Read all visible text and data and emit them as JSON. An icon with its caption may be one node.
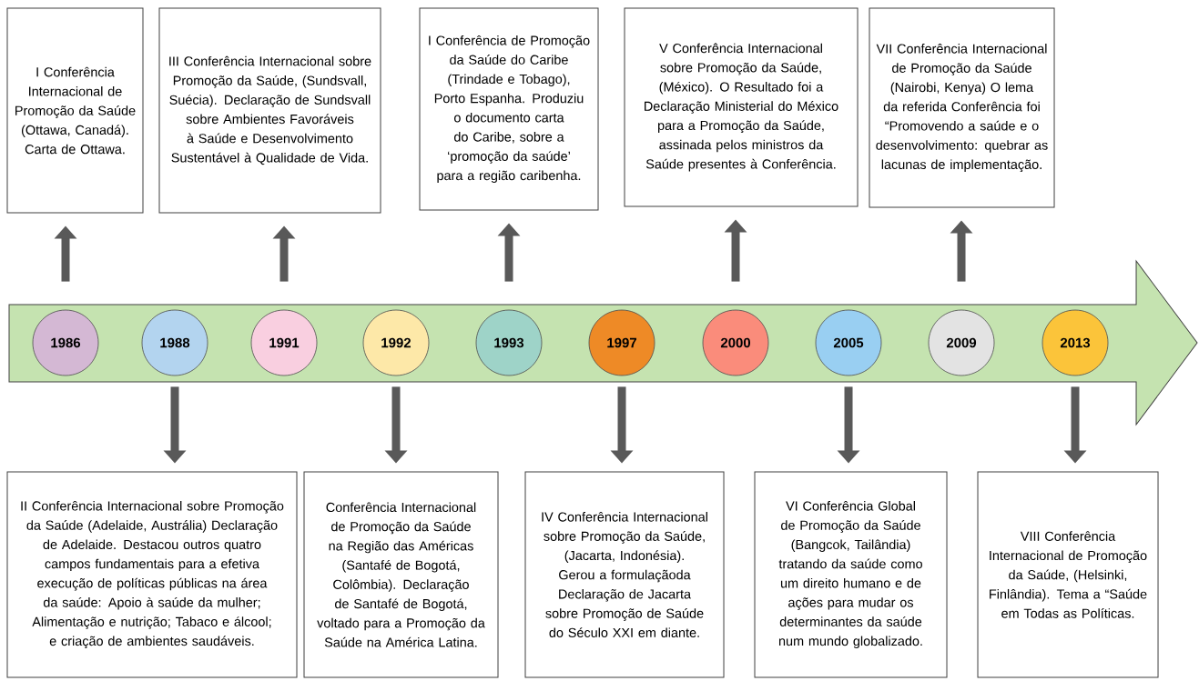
{
  "diagram": {
    "nodes": [
      {
        "text": [
          "I Conferência Internacional de Promoção da Saúde (Ottawa, Canadá). Carta de Ottawa."
        ]
      },
      {
        "text": [
          "III Conferência Internacional sobre Promoção da Saúde, (Sundsvall, Suécia). Declaração de Sundsvall sobre Ambientes Favoráveis à Saúde e Desenvolvimento Sustentável à Qualidade de Vida."
        ]
      },
      {
        "text": [
          "I Conferência de Promoção da Saúde do Caribe (Trindade e Tobago), Porto Espanha. Produziu o documento carta do Caribe, sobre a ‘promoção da saúde’ para a região caribenha."
        ]
      },
      {
        "text": [
          "V Conferência Internacional sobre Promoção da Saúde, (México). O Resultado foi a Declaração Ministerial do México para a Promoção da Saúde, assinada pelos ministros da Saúde presentes à Conferência."
        ]
      },
      {
        "text": [
          "VII Conferência Internacional de Promoção da Saúde (Nairobi, Kenya)  O lema da referida Conferência foi “Promovendo a saúde e o desenvolvimento: quebrar as lacunas de implementação."
        ]
      },
      {
        "text": [],
        "shape": "arrow"
      },
      {
        "text": [
          "1986"
        ],
        "in": 5
      },
      {
        "text": [
          "1988"
        ],
        "in": 5
      },
      {
        "text": [
          "1991"
        ],
        "in": 5
      },
      {
        "text": [
          "1992"
        ],
        "in": 5
      },
      {
        "text": [
          "1993"
        ],
        "in": 5
      },
      {
        "text": [
          "1997"
        ],
        "in": 5
      },
      {
        "text": [
          "2000"
        ],
        "in": 5
      },
      {
        "text": [
          "2005"
        ],
        "in": 5
      },
      {
        "text": [
          "2009"
        ],
        "in": 5
      },
      {
        "text": [
          "2013"
        ],
        "in": 5
      },
      {
        "text": [
          "II Conferência Internacional sobre Promoção da Saúde (Adelaide, Austrália) Declaração de Adelaide. Destacou outros quatro campos fundamentais para a efetiva execução de políticas públicas na área da saúde: Apoio à saúde da mulher; Alimentação e nutrição; Tabaco e álcool; e criação de ambientes saudáveis."
        ]
      },
      {
        "text": [
          "Conferência Internacional de Promoção da Saúde na Região das Américas (Santafé de Bogotá, Colômbia). Declaração de Santafé de Bogotá, voltado para a Promoção da Saúde na América Latina."
        ]
      },
      {
        "text": [
          "IV Conferência Internacional sobre Promoção da Saúde, (Jacarta, Indonésia). Gerou a formulaçãoda Declaração de Jacarta sobre Promoção de Saúde do Século XXI em diante."
        ]
      },
      {
        "text": [
          "VI Conferência Global de Promoção da Saúde (Bangcok, Tailândia) tratando da saúde como um direito humano e de ações para mudar os determinantes da saúde num mundo globalizado."
        ]
      },
      {
        "text": [
          "VIII Conferência Internacional de Promoção da Saúde, (Helsinki,  Finlândia). Tema a “Saúde em Todas as Políticas."
        ]
      }
    ],
    "edges": [
      {
        "from": 6,
        "to": 0,
        "arrow": "to"
      },
      {
        "from": 8,
        "to": 1,
        "arrow": "to"
      },
      {
        "from": 10,
        "to": 2,
        "arrow": "to"
      },
      {
        "from": 12,
        "to": 3,
        "arrow": "to"
      },
      {
        "from": 14,
        "to": 4,
        "arrow": "to"
      },
      {
        "from": 7,
        "to": 16,
        "arrow": "to"
      },
      {
        "from": 9,
        "to": 17,
        "arrow": "to"
      },
      {
        "from": 11,
        "to": 18,
        "arrow": "to"
      },
      {
        "from": 13,
        "to": 19,
        "arrow": "to"
      },
      {
        "from": 15,
        "to": 20,
        "arrow": "to"
      }
    ]
  }
}
